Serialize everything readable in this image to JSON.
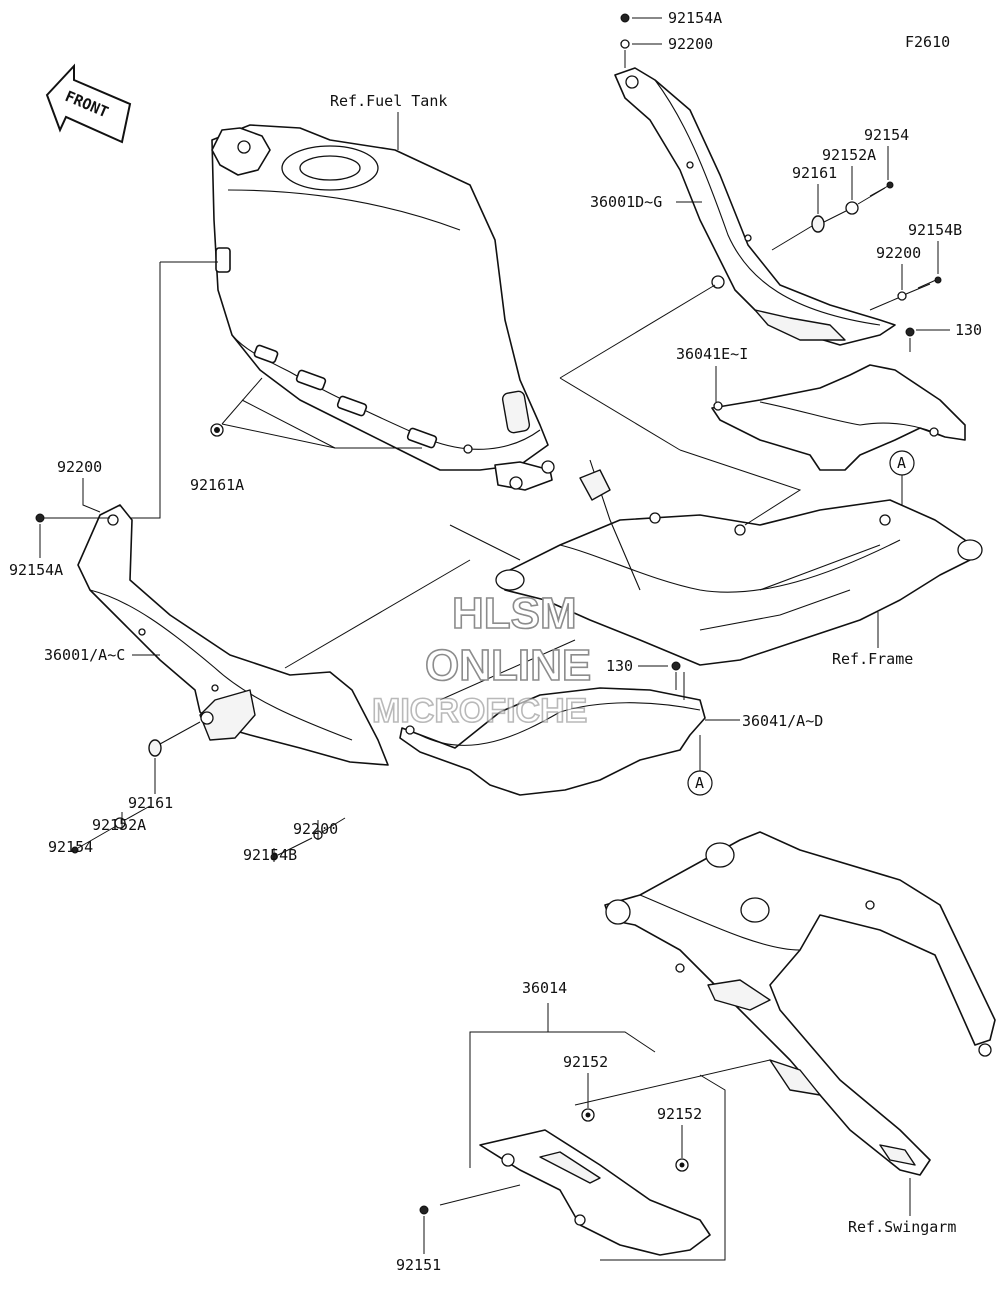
{
  "figure_code": "F2610",
  "front_arrow": {
    "label": "FRONT",
    "icon": "front-arrow-icon"
  },
  "watermark": {
    "line1": "HLSM",
    "line2": "ONLINE",
    "line3": "MICROFICHE"
  },
  "references": {
    "fuel_tank": "Ref.Fuel Tank",
    "frame": "Ref.Frame",
    "swingarm": "Ref.Swingarm"
  },
  "callouts": {
    "a1": "A",
    "a2": "A"
  },
  "labels": {
    "top_92154A": "92154A",
    "top_92200": "92200",
    "r_92154": "92154",
    "r_92152A": "92152A",
    "r_92161": "92161",
    "r_36001D_G": "36001D~G",
    "r_92154B": "92154B",
    "r_92200": "92200",
    "r_130": "130",
    "r_36041E_I": "36041E~I",
    "tank_92161A": "92161A",
    "l_92200": "92200",
    "l_92154A": "92154A",
    "l_36001_A_C": "36001/A~C",
    "mid_130": "130",
    "mid_36041_A_D": "36041/A~D",
    "l_92154": "92154",
    "l_92152A": "92152A",
    "l_92161": "92161",
    "l_92154B": "92154B",
    "l_92200b": "92200",
    "g_36014": "36014",
    "g_92152a": "92152",
    "g_92152b": "92152",
    "g_92151": "92151"
  }
}
